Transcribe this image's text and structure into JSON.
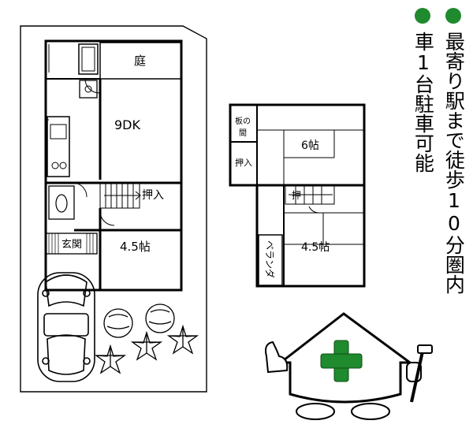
{
  "floor1": {
    "garden": "庭",
    "dk": "9DK",
    "closet": "押入",
    "entrance": "玄関",
    "room_japanese": "4.5帖"
  },
  "floor2": {
    "itanoma_top": "板の",
    "itanoma_bottom": "間",
    "closet_left": "押入",
    "room_6": "6帖",
    "closet_small": "押",
    "room_45": "4.5帖",
    "veranda": "ベランダ"
  },
  "notes": {
    "station": "最寄り駅まで徒歩10分圏内",
    "parking": "車1台駐車可能"
  },
  "colors": {
    "bullet": "#1f8a2e",
    "cross": "#1f8a2e",
    "line": "#000000"
  },
  "icons": [
    "bullet-dot-icon",
    "house-mascot-icon",
    "car-icon",
    "tree-icon",
    "shrub-icon"
  ]
}
